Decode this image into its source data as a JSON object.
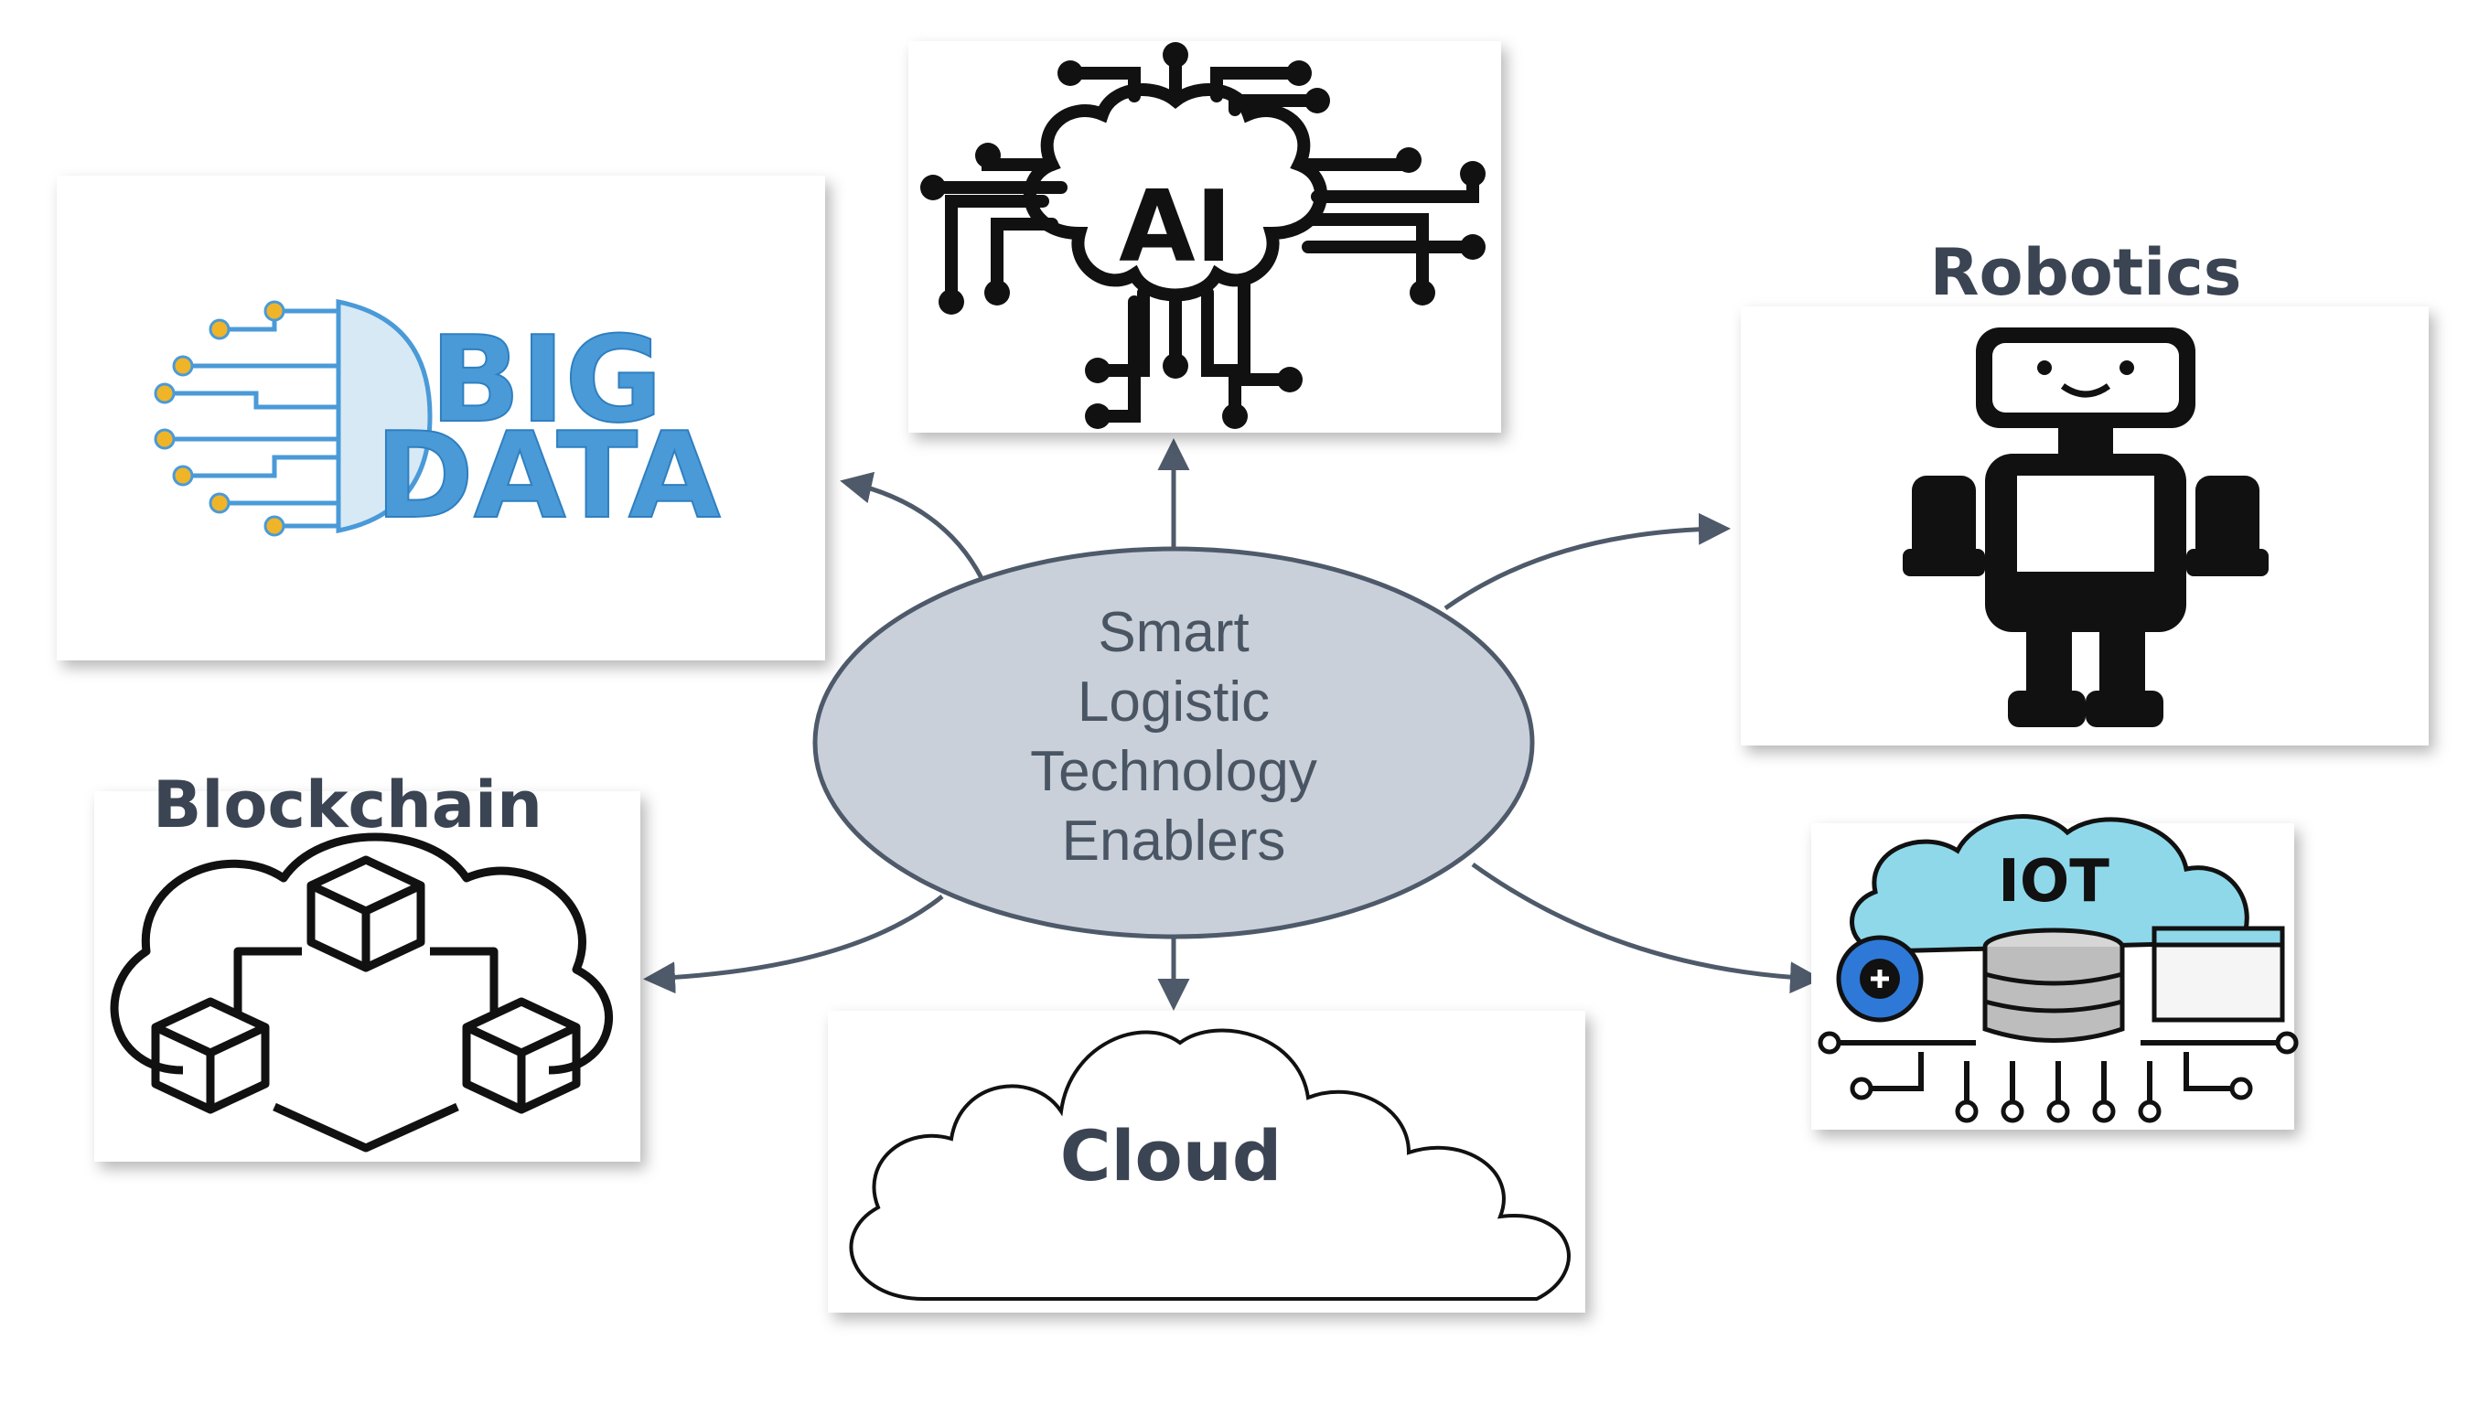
{
  "center": {
    "lines": [
      "Smart",
      "Logistic",
      "Technology",
      "Enablers"
    ]
  },
  "nodes": {
    "ai": {
      "label": "AI"
    },
    "big_data": {
      "line1": "BIG",
      "line2": "DATA"
    },
    "robotics": {
      "label": "Robotics"
    },
    "blockchain": {
      "label": "Blockchain"
    },
    "cloud": {
      "label": "Cloud"
    },
    "iot": {
      "label": "IOT"
    }
  },
  "colors": {
    "center_fill": "#c9d0da",
    "center_stroke": "#4e5a6a",
    "arrow": "#4e5a6a",
    "big_data_blue": "#4a9ad8",
    "big_data_gold": "#f0b429",
    "iot_cloud": "#8fd8ea",
    "iot_gear": "#2e79d8",
    "icon_dark": "#111111"
  }
}
